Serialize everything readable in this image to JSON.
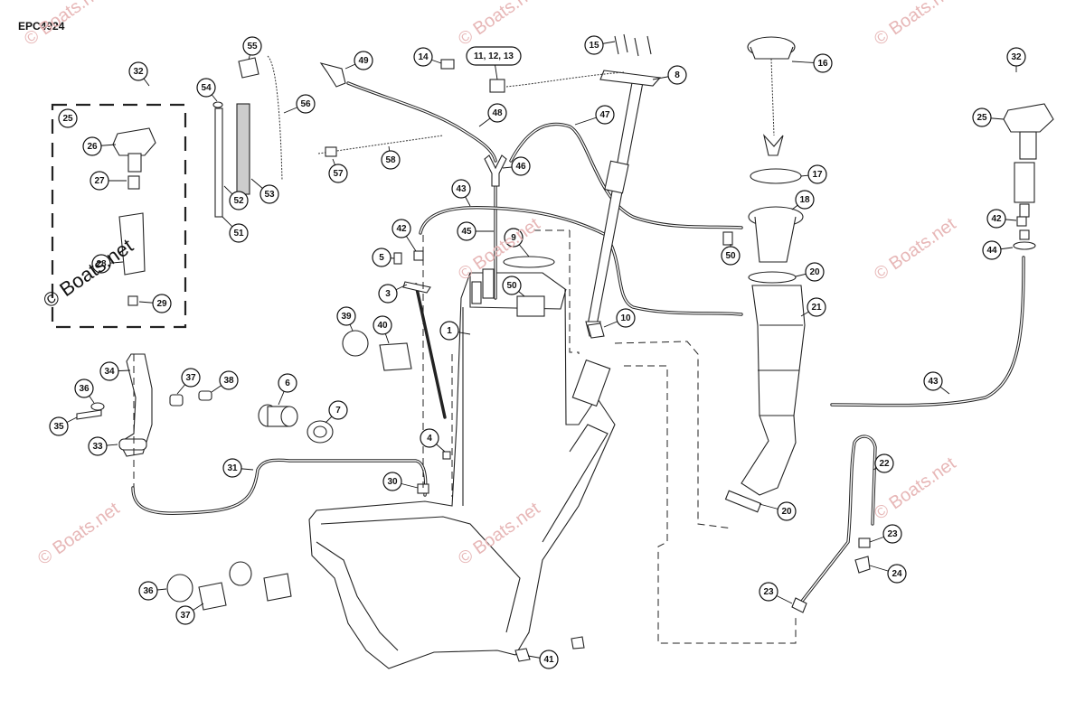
{
  "diagram_code": "EPC4924",
  "watermark_text": "© Boats.net",
  "callouts": [
    {
      "id": "c1",
      "label": "1"
    },
    {
      "id": "c3",
      "label": "3"
    },
    {
      "id": "c4",
      "label": "4"
    },
    {
      "id": "c5",
      "label": "5"
    },
    {
      "id": "c6",
      "label": "6"
    },
    {
      "id": "c7",
      "label": "7"
    },
    {
      "id": "c8",
      "label": "8"
    },
    {
      "id": "c9",
      "label": "9"
    },
    {
      "id": "c10",
      "label": "10"
    },
    {
      "id": "c11",
      "label": "11, 12, 13"
    },
    {
      "id": "c14",
      "label": "14"
    },
    {
      "id": "c15",
      "label": "15"
    },
    {
      "id": "c16",
      "label": "16"
    },
    {
      "id": "c17",
      "label": "17"
    },
    {
      "id": "c18",
      "label": "18"
    },
    {
      "id": "c20a",
      "label": "20"
    },
    {
      "id": "c20b",
      "label": "20"
    },
    {
      "id": "c21",
      "label": "21"
    },
    {
      "id": "c22",
      "label": "22"
    },
    {
      "id": "c23a",
      "label": "23"
    },
    {
      "id": "c23b",
      "label": "23"
    },
    {
      "id": "c24",
      "label": "24"
    },
    {
      "id": "c25a",
      "label": "25"
    },
    {
      "id": "c25b",
      "label": "25"
    },
    {
      "id": "c26",
      "label": "26"
    },
    {
      "id": "c27",
      "label": "27"
    },
    {
      "id": "c28",
      "label": "28"
    },
    {
      "id": "c29",
      "label": "29"
    },
    {
      "id": "c30",
      "label": "30"
    },
    {
      "id": "c31",
      "label": "31"
    },
    {
      "id": "c32a",
      "label": "32"
    },
    {
      "id": "c32b",
      "label": "32"
    },
    {
      "id": "c33",
      "label": "33"
    },
    {
      "id": "c34",
      "label": "34"
    },
    {
      "id": "c35",
      "label": "35"
    },
    {
      "id": "c36a",
      "label": "36"
    },
    {
      "id": "c36b",
      "label": "36"
    },
    {
      "id": "c37a",
      "label": "37"
    },
    {
      "id": "c37b",
      "label": "37"
    },
    {
      "id": "c38",
      "label": "38"
    },
    {
      "id": "c39",
      "label": "39"
    },
    {
      "id": "c40",
      "label": "40"
    },
    {
      "id": "c41",
      "label": "41"
    },
    {
      "id": "c42a",
      "label": "42"
    },
    {
      "id": "c42b",
      "label": "42"
    },
    {
      "id": "c43a",
      "label": "43"
    },
    {
      "id": "c43b",
      "label": "43"
    },
    {
      "id": "c44",
      "label": "44"
    },
    {
      "id": "c45",
      "label": "45"
    },
    {
      "id": "c46",
      "label": "46"
    },
    {
      "id": "c47",
      "label": "47"
    },
    {
      "id": "c48",
      "label": "48"
    },
    {
      "id": "c49",
      "label": "49"
    },
    {
      "id": "c50a",
      "label": "50"
    },
    {
      "id": "c50b",
      "label": "50"
    },
    {
      "id": "c51",
      "label": "51"
    },
    {
      "id": "c52",
      "label": "52"
    },
    {
      "id": "c53",
      "label": "53"
    },
    {
      "id": "c54",
      "label": "54"
    },
    {
      "id": "c55",
      "label": "55"
    },
    {
      "id": "c56",
      "label": "56"
    },
    {
      "id": "c57",
      "label": "57"
    },
    {
      "id": "c58",
      "label": "58"
    }
  ]
}
